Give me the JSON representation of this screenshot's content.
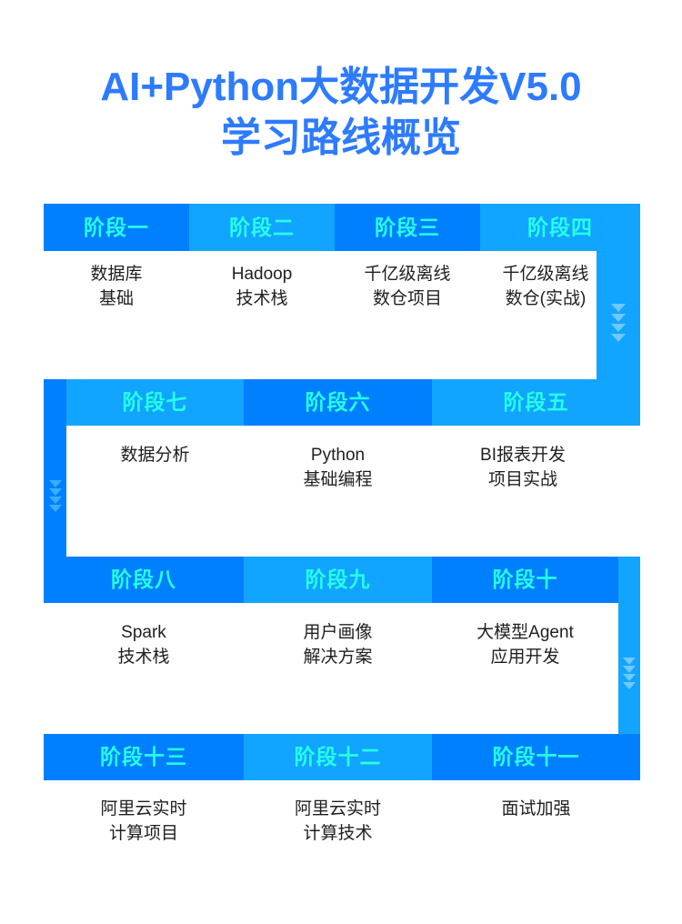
{
  "title": {
    "line1": "AI+Python大数据开发V5.0",
    "line2": "学习路线概览",
    "color": "#2D7BFF"
  },
  "colors": {
    "blue_dark": "#0080FF",
    "blue_light": "#12A5FF",
    "stage_label": "#25FFE6",
    "body_text": "#1F1F1F",
    "chevron": "#43B6FF",
    "background": "#FFFFFF"
  },
  "rows": [
    {
      "direction": "left-to-right",
      "cells": [
        {
          "stage": "阶段一",
          "title": "数据库\n基础",
          "shade": "dark"
        },
        {
          "stage": "阶段二",
          "title": "Hadoop\n技术栈",
          "shade": "light"
        },
        {
          "stage": "阶段三",
          "title": "千亿级离线\n数仓项目",
          "shade": "dark"
        },
        {
          "stage": "阶段四",
          "title": "千亿级离线\n数仓(实战)",
          "shade": "light"
        }
      ]
    },
    {
      "direction": "right-to-left",
      "cells": [
        {
          "stage": "阶段七",
          "title": "数据分析",
          "shade": "light"
        },
        {
          "stage": "阶段六",
          "title": "Python\n基础编程",
          "shade": "dark"
        },
        {
          "stage": "阶段五",
          "title": "BI报表开发\n项目实战",
          "shade": "light"
        }
      ]
    },
    {
      "direction": "left-to-right",
      "cells": [
        {
          "stage": "阶段八",
          "title": "Spark\n技术栈",
          "shade": "dark"
        },
        {
          "stage": "阶段九",
          "title": "用户画像\n解决方案",
          "shade": "light"
        },
        {
          "stage": "阶段十",
          "title": "大模型Agent\n应用开发",
          "shade": "dark"
        }
      ]
    },
    {
      "direction": "right-to-left",
      "cells": [
        {
          "stage": "阶段十三",
          "title": "阿里云实时\n计算项目",
          "shade": "dark"
        },
        {
          "stage": "阶段十二",
          "title": "阿里云实时\n计算技术",
          "shade": "light"
        },
        {
          "stage": "阶段十一",
          "title": "面试加强",
          "shade": "dark"
        }
      ]
    }
  ],
  "connectors": [
    {
      "name": "connector-row1-to-row2",
      "side": "right",
      "chevrons": 4
    },
    {
      "name": "connector-row2-to-row3",
      "side": "left",
      "chevrons": 4
    },
    {
      "name": "connector-row3-to-row4",
      "side": "right",
      "chevrons": 4
    }
  ]
}
